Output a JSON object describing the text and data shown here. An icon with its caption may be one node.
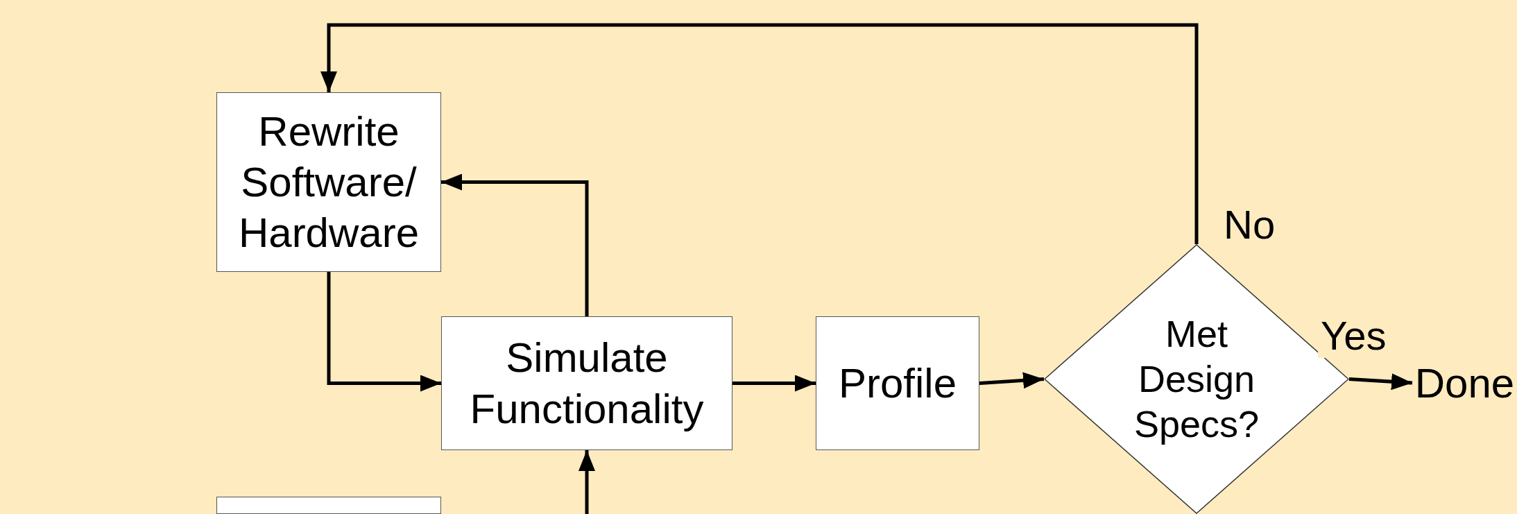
{
  "diagram": {
    "nodes": [
      {
        "text": [
          "Rewrite Software/ Hardware"
        ]
      },
      {
        "text": [
          "Simulate Functionality"
        ]
      },
      {
        "text": [
          "Profile"
        ]
      },
      {
        "text": [
          "Met Design Specs?"
        ]
      },
      {
        "text": [
          "Done"
        ]
      },
      {
        "text": [],
        "shape": "box"
      }
    ],
    "edges": [
      {
        "from": 0,
        "to": 1,
        "arrow": "to"
      },
      {
        "from": 1,
        "to": 0,
        "arrow": "to"
      },
      {
        "from": 1,
        "to": 2,
        "arrow": "to"
      },
      {
        "from": 2,
        "to": 3,
        "arrow": "to"
      },
      {
        "from": 3,
        "to": 4,
        "arrow": "to",
        "label": "Yes"
      },
      {
        "from": 3,
        "to": 0,
        "arrow": "to",
        "label": "No"
      },
      {
        "from": null,
        "to": 1,
        "arrow": "to"
      }
    ]
  }
}
